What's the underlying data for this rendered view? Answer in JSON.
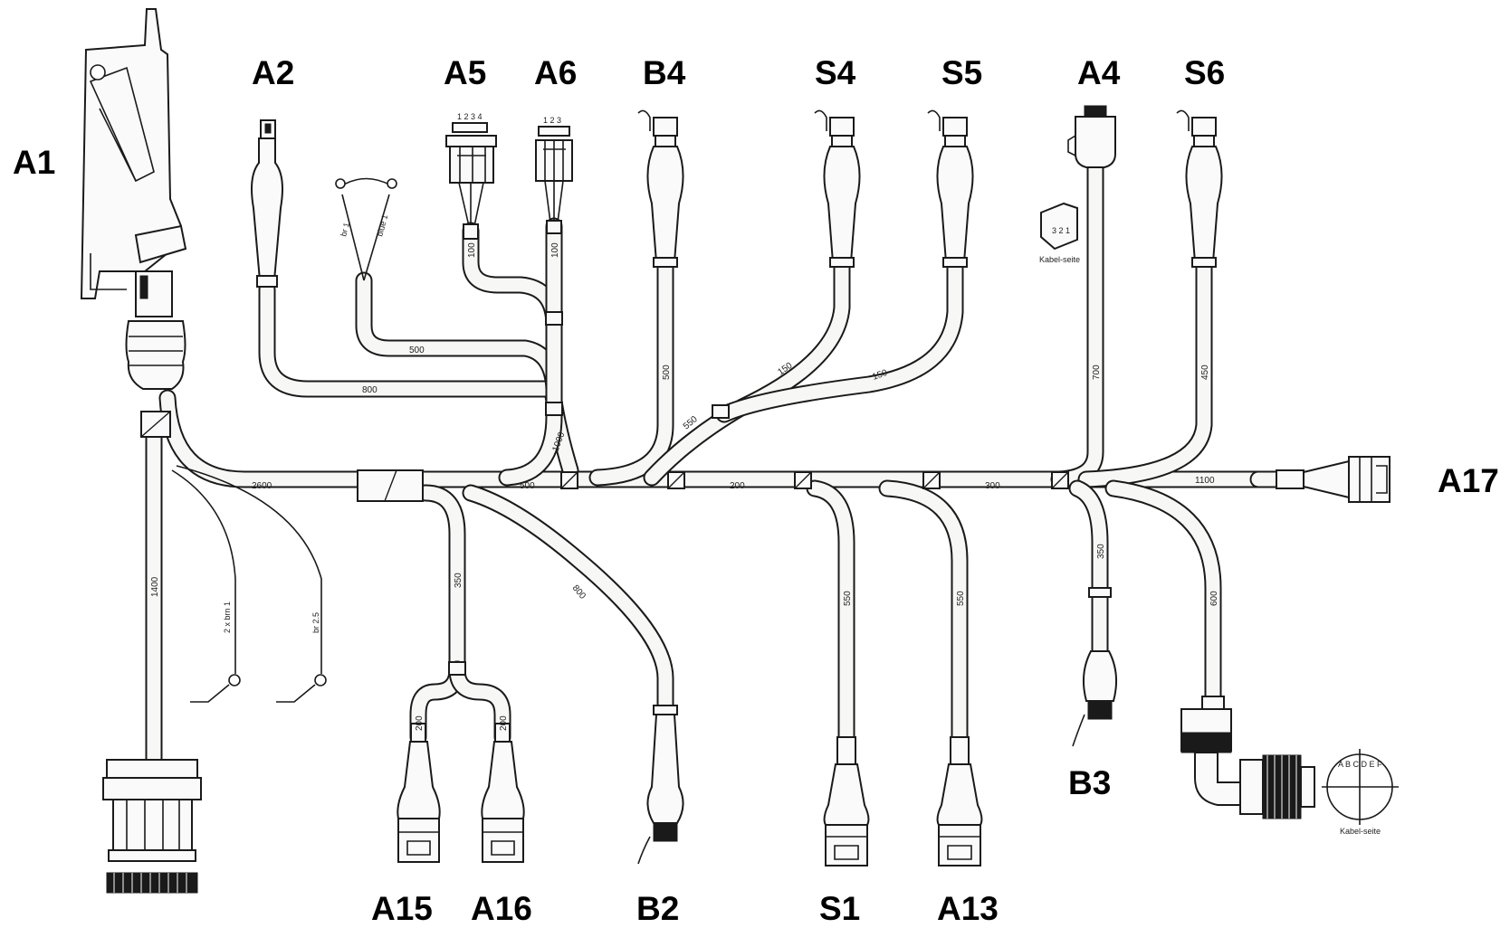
{
  "labels": {
    "A1": "A1",
    "A2": "A2",
    "A5": "A5",
    "A6": "A6",
    "B4": "B4",
    "S4": "S4",
    "S5": "S5",
    "A4": "A4",
    "S6": "S6",
    "A17": "A17",
    "B3": "B3",
    "A15": "A15",
    "A16": "A16",
    "B2": "B2",
    "S1": "S1",
    "A13": "A13"
  },
  "lengths": {
    "trunk_a": "2600",
    "trunk_b": "500",
    "trunk_c": "200",
    "trunk_d": "300",
    "trunk_e": "1100",
    "vert_a1": "1400",
    "a2_branch": "800",
    "pot_branch": "500",
    "a6_branch": "1000",
    "a5_drop": "100",
    "a6_drop": "100",
    "b4_drop": "500",
    "s4_drop": "150",
    "s5_drop": "150",
    "shared_s": "550",
    "a4_drop": "700",
    "s6_drop": "450",
    "a15_branch": "350",
    "a15_leg": "200",
    "a16_leg": "200",
    "b2_branch": "800",
    "s1_drop": "550",
    "a13_drop": "550",
    "b3_drop": "350",
    "bottom_round_drop": "600",
    "ground1": "2 x brn 1",
    "ground2": "br 2.5",
    "pot_left": "br 1",
    "pot_right": "blue 1"
  },
  "pinouts": {
    "a5_pins": "1 2 3 4",
    "a6_pins": "1 2 3",
    "a4_pins": "3 2 1",
    "round_pins": "A B C D E F"
  },
  "tag_text": "Kabel-seite"
}
